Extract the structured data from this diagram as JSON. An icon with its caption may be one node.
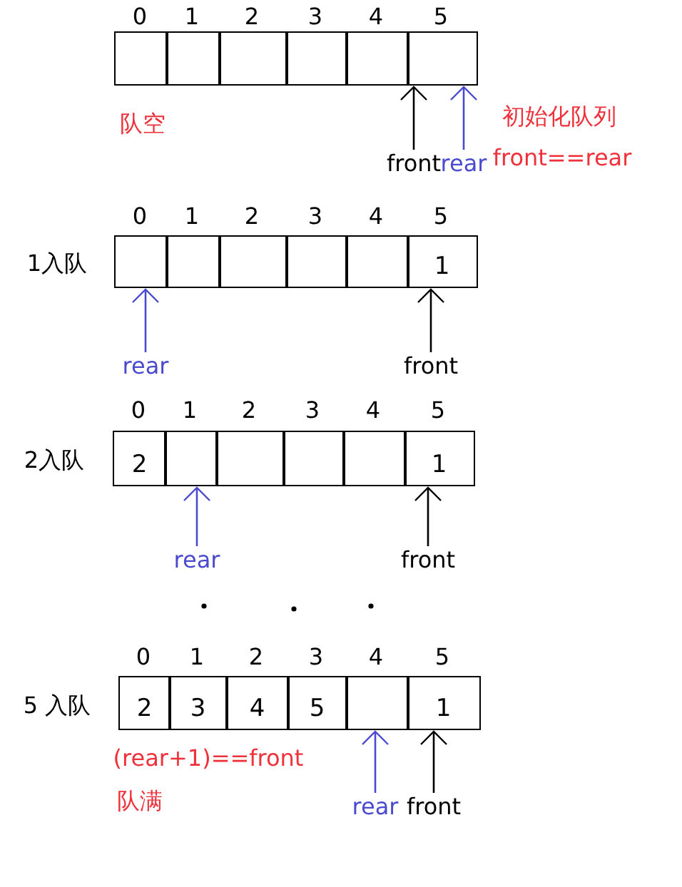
{
  "diagram": {
    "nodes": [
      {
        "text": [],
        "shape": "box"
      },
      {
        "text": [],
        "shape": "box"
      },
      {
        "text": [],
        "shape": "box"
      },
      {
        "text": [],
        "shape": "box"
      },
      {
        "text": [],
        "shape": "box"
      },
      {
        "text": [],
        "shape": "box"
      },
      {
        "text": [
          "front"
        ]
      },
      {
        "text": [
          "rear"
        ]
      },
      {
        "text": [],
        "shape": "box"
      },
      {
        "text": [],
        "shape": "box"
      },
      {
        "text": [],
        "shape": "box"
      },
      {
        "text": [],
        "shape": "box"
      },
      {
        "text": [],
        "shape": "box"
      },
      {
        "text": [
          "1"
        ]
      },
      {
        "text": [
          "rear"
        ]
      },
      {
        "text": [
          "front"
        ]
      },
      {
        "text": [
          "2"
        ]
      },
      {
        "text": [],
        "shape": "box"
      },
      {
        "text": [],
        "shape": "box"
      },
      {
        "text": [],
        "shape": "box"
      },
      {
        "text": [],
        "shape": "box"
      },
      {
        "text": [
          "1"
        ]
      },
      {
        "text": [
          "rear"
        ]
      },
      {
        "text": [
          "front"
        ]
      },
      {
        "text": [
          "2"
        ]
      },
      {
        "text": [
          "3"
        ]
      },
      {
        "text": [
          "4"
        ]
      },
      {
        "text": [
          "5"
        ]
      },
      {
        "text": [],
        "shape": "box"
      },
      {
        "text": [
          "1"
        ]
      },
      {
        "text": [
          "rear"
        ]
      },
      {
        "text": [
          "front"
        ]
      }
    ],
    "edges": [
      {
        "from": 6,
        "to": 5,
        "arrow": "to",
        "color": "#000000"
      },
      {
        "from": 7,
        "to": 5,
        "arrow": "to",
        "color": "#4a4ad0"
      },
      {
        "from": 14,
        "to": 8,
        "arrow": "to",
        "color": "#4a4ad0"
      },
      {
        "from": 15,
        "to": 13,
        "arrow": "to",
        "color": "#000000"
      },
      {
        "from": 22,
        "to": 17,
        "arrow": "to",
        "color": "#4a4ad0"
      },
      {
        "from": 23,
        "to": 21,
        "arrow": "to",
        "color": "#000000"
      },
      {
        "from": 30,
        "to": 28,
        "arrow": "to",
        "color": "#4a4ad0"
      },
      {
        "from": 31,
        "to": 29,
        "arrow": "to",
        "color": "#000000"
      }
    ],
    "labels": [
      "0",
      "1",
      "2",
      "3",
      "4",
      "5",
      "队空",
      "初始化队列",
      "front==rear",
      "0",
      "1",
      "2",
      "3",
      "4",
      "5",
      "1入队",
      "0",
      "1",
      "2",
      "3",
      "4",
      "5",
      "2入队",
      "0",
      "1",
      "2",
      "3",
      "4",
      "5",
      "5 入队",
      "(rear+1)==front",
      "队满"
    ]
  }
}
